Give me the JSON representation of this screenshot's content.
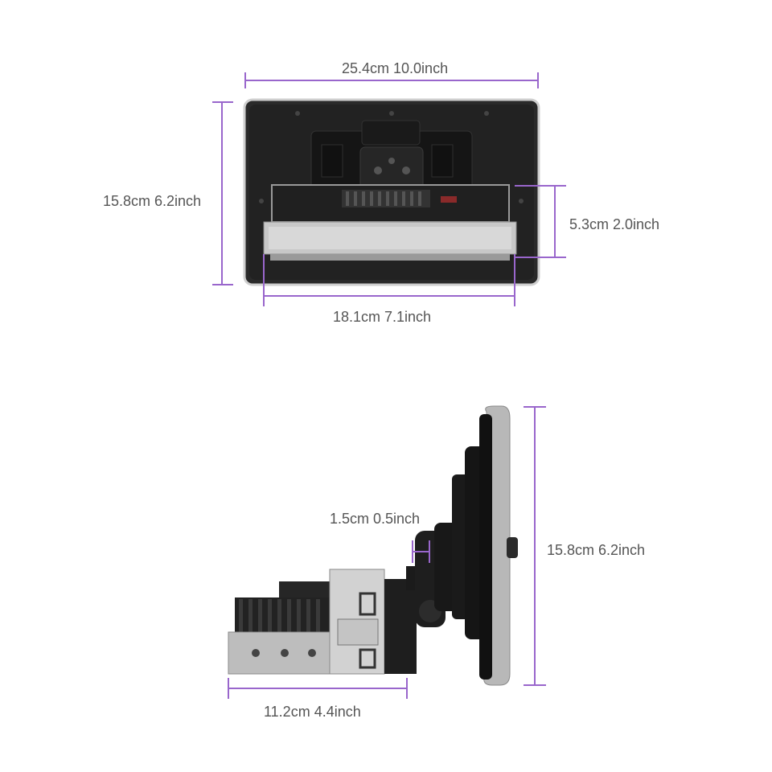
{
  "colors": {
    "dimension_line": "#9966cc",
    "label_text": "#555555",
    "unit_body_dark": "#1c1c1c",
    "bezel_silver": "#c9c9c9",
    "chassis_metal": "#b8b8b8"
  },
  "front_view": {
    "width_label": "25.4cm 10.0inch",
    "height_label": "15.8cm 6.2inch",
    "chassis_height_label": "5.3cm 2.0inch",
    "chassis_width_label": "18.1cm 7.1inch"
  },
  "side_view": {
    "offset_label": "1.5cm 0.5inch",
    "height_label": "15.8cm 6.2inch",
    "depth_label": "11.2cm 4.4inch"
  }
}
